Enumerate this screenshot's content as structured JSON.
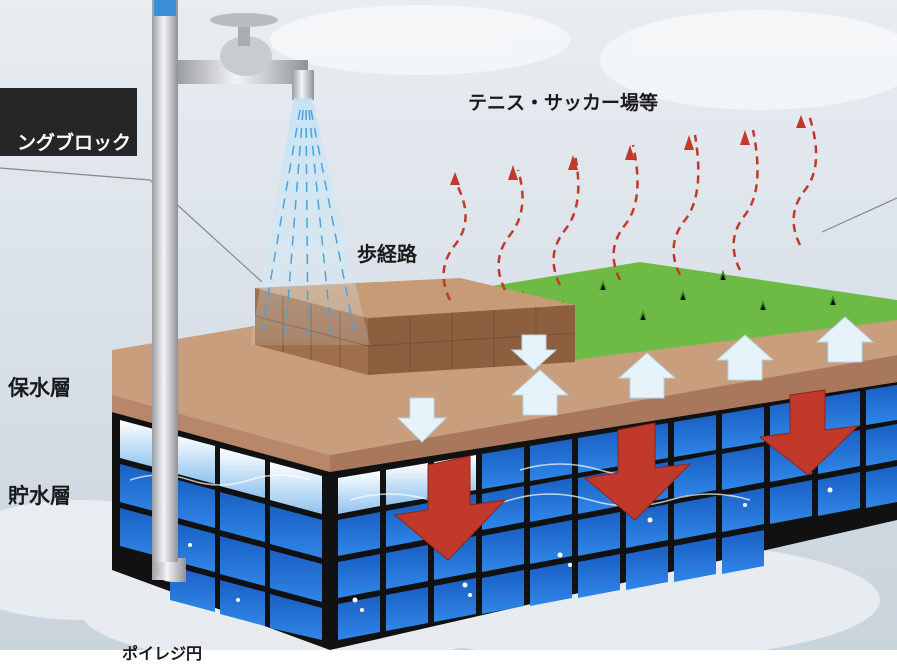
{
  "labels": {
    "block_label": "ングブロック",
    "field_label": "テニス・サッカー場等",
    "walkway_label": "歩経路",
    "retention_layer": "保水層",
    "storage_layer": "貯水層",
    "bottom_label": "ポイレジ円"
  },
  "colors": {
    "sky": "#dfe6ec",
    "soil": "#c9a07f",
    "grass": "#6dbb45",
    "water": "#1f6fd1",
    "down_arrow": "#c0392b",
    "up_arrow": "#dff0fa",
    "label_box": "#262626"
  },
  "icons": {
    "faucet": "faucet-icon",
    "evaporation": "wavy-up-arrow-icon",
    "infiltration": "down-arrow-icon",
    "capillary": "up-arrow-icon"
  }
}
